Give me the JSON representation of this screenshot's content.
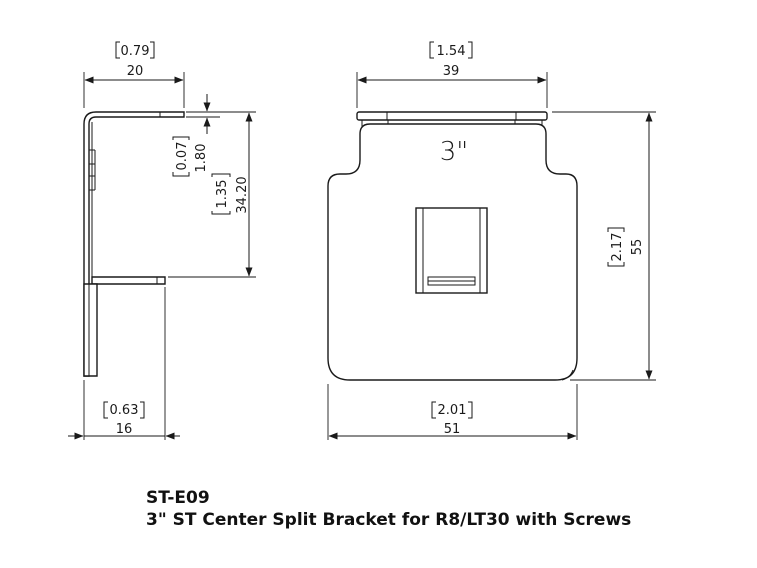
{
  "part_number": "ST-E09",
  "description": "3\" ST Center Split Bracket for R8/LT30 with Screws",
  "part_marking": "3\"",
  "dimensions": {
    "side_top_width": {
      "inch": "0.79",
      "mm": "20"
    },
    "side_bottom_width": {
      "inch": "0.63",
      "mm": "16"
    },
    "side_thickness": {
      "inch": "0.07",
      "mm": "1.80"
    },
    "side_leg_spacing": {
      "inch": "1.35",
      "mm": "34.20"
    },
    "front_top_width": {
      "inch": "1.54",
      "mm": "39"
    },
    "front_bottom_width": {
      "inch": "2.01",
      "mm": "51"
    },
    "front_height": {
      "inch": "2.17",
      "mm": "55"
    }
  }
}
